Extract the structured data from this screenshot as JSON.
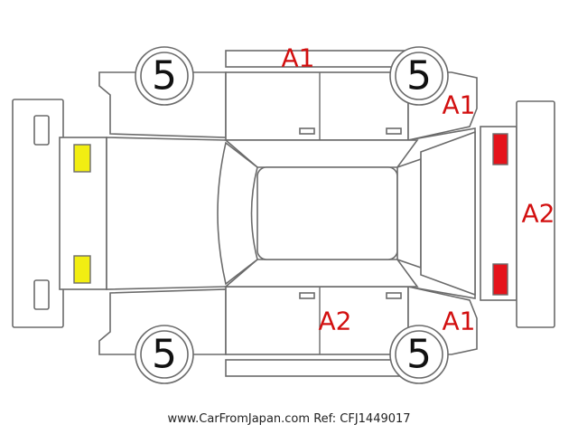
{
  "tire_grades": {
    "front_left": "5",
    "front_right": "5",
    "rear_left": "5",
    "rear_right": "5"
  },
  "damage_marks": {
    "roof_top": "A1",
    "front_quarter_top": "A1",
    "front_bumper": "A2",
    "lower_door": "A2",
    "front_quarter_bottom": "A1"
  },
  "colors": {
    "line": "#6b6b6b",
    "mark_text": "#d20f0f",
    "headlight_red": "#e5131b",
    "taillight_yellow": "#f2ee12"
  },
  "footer": {
    "site": "www.CarFromJapan.com",
    "ref": "Ref: CFJ1449017"
  }
}
